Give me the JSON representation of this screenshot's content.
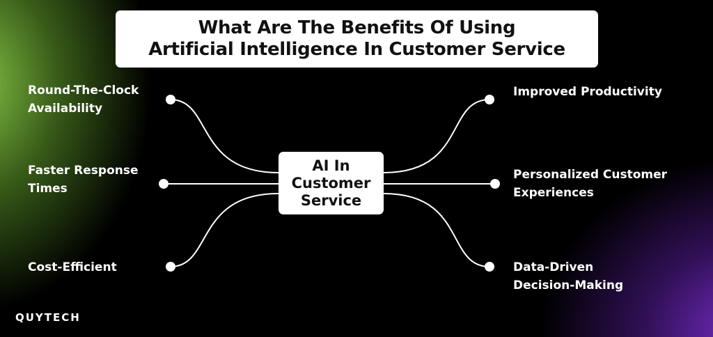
{
  "title": {
    "line1": "What Are The Benefits Of Using",
    "line2": "Artificial Intelligence In Customer Service"
  },
  "hub": {
    "line1": "AI In",
    "line2": "Customer",
    "line3": "Service"
  },
  "benefits": {
    "left": [
      {
        "line1": "Round-The-Clock",
        "line2": "Availability"
      },
      {
        "line1": "Faster Response",
        "line2": "Times"
      },
      {
        "line1": "Cost-Efficient",
        "line2": ""
      }
    ],
    "right": [
      {
        "line1": "Improved Productivity",
        "line2": ""
      },
      {
        "line1": "Personalized Customer",
        "line2": "Experiences"
      },
      {
        "line1": "Data-Driven",
        "line2": "Decision-Making"
      }
    ]
  },
  "brand": "QUYTECH",
  "colors": {
    "background": "#000000",
    "accent_green": "#8CCD48",
    "accent_purple": "#7E30D6",
    "box": "#FFFFFF",
    "text_dark": "#111111",
    "text_light": "#FFFFFF"
  }
}
